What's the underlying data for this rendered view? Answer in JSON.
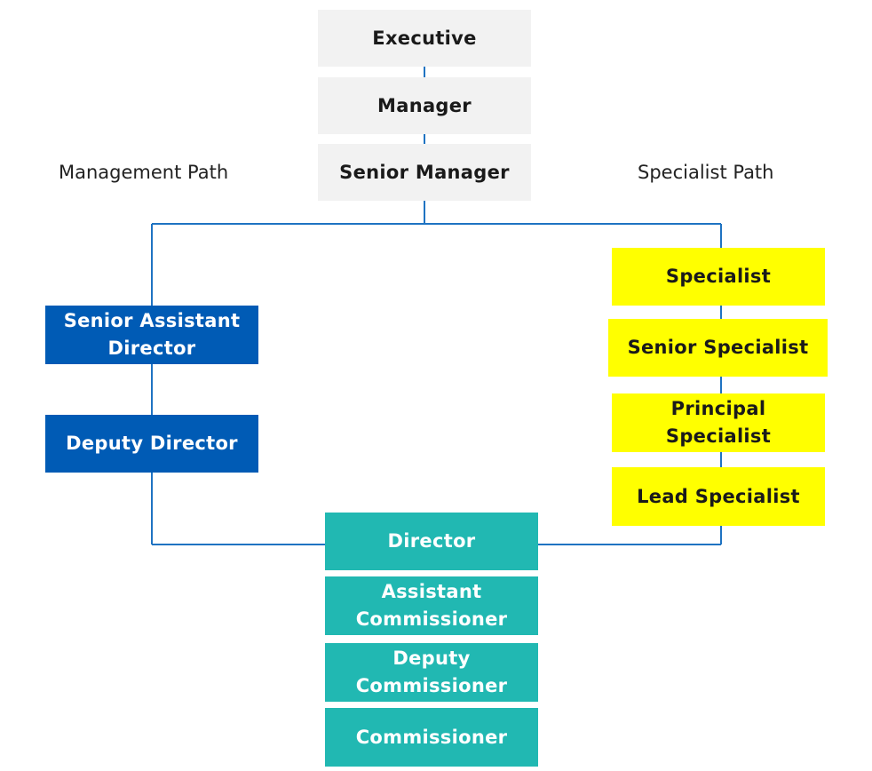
{
  "path_labels": {
    "management": "Management Path",
    "specialist": "Specialist Path"
  },
  "top_roles": {
    "executive": "Executive",
    "manager": "Manager",
    "senior_manager": "Senior Manager"
  },
  "management_path": {
    "senior_assistant_director": "Senior Assistant Director",
    "deputy_director": "Deputy Director"
  },
  "specialist_path": {
    "specialist": "Specialist",
    "senior_specialist": "Senior Specialist",
    "principal_specialist": "Principal Specialist",
    "lead_specialist": "Lead Specialist"
  },
  "bottom_roles": {
    "director": "Director",
    "assistant_commissioner": "Assistant Commissioner",
    "deputy_commissioner": "Deputy Commissioner",
    "commissioner": "Commissioner"
  },
  "colors": {
    "connector": "#1f73c2",
    "top_roles": "#f2f2f2",
    "management_path": "#005bb5",
    "specialist_path": "#ffff00",
    "bottom_roles": "#21b8b2"
  }
}
